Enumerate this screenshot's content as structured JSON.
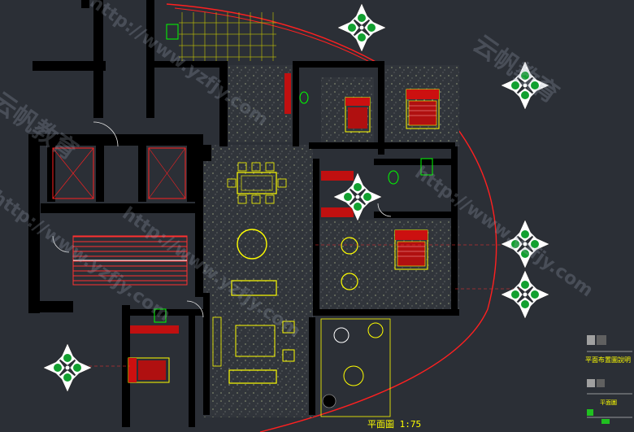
{
  "drawing": {
    "title": "平面圖 1:75",
    "legend_title": "平面布置圖說明",
    "legend_sub": "平面圖"
  },
  "watermarks": {
    "brand": "云帆教育",
    "url": "http://www.yzfjy.com"
  },
  "icons": {
    "compass_rose": "compass-rose-icon",
    "dining_table": "dining-table-icon",
    "bed": "bed-icon",
    "sofa": "sofa-icon",
    "plant": "plant-icon",
    "stair": "staircase-icon"
  },
  "colors": {
    "background": "#2b2f36",
    "wall": "#000000",
    "boundary_red": "#ff2020",
    "furniture_yellow": "#ffff00",
    "fixture_green": "#00ff00",
    "floor_speckle": "#3a3e44",
    "door_white": "#e8e8e8"
  }
}
